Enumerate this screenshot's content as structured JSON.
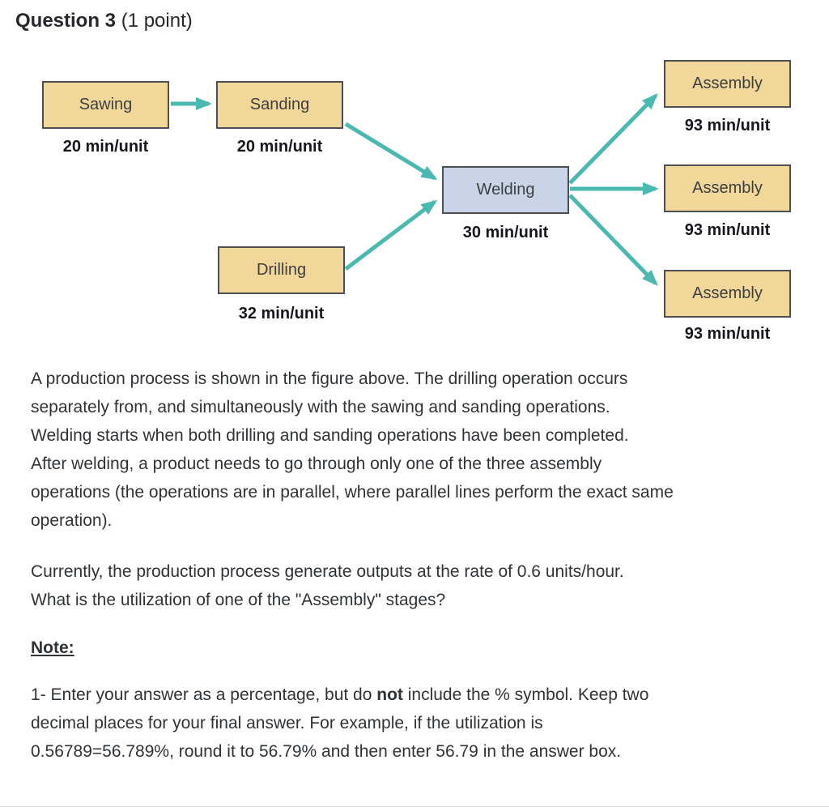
{
  "header": {
    "title": "Question 3",
    "points": "(1 point)"
  },
  "diagram": {
    "boxes": [
      {
        "id": "sawing",
        "label": "Sawing",
        "rate": "20 min/unit"
      },
      {
        "id": "sanding",
        "label": "Sanding",
        "rate": "20 min/unit"
      },
      {
        "id": "drilling",
        "label": "Drilling",
        "rate": "32 min/unit"
      },
      {
        "id": "welding",
        "label": "Welding",
        "rate": "30 min/unit"
      },
      {
        "id": "assembly-top",
        "label": "Assembly",
        "rate": "93 min/unit"
      },
      {
        "id": "assembly-middle",
        "label": "Assembly",
        "rate": "93 min/unit"
      },
      {
        "id": "assembly-bottom",
        "label": "Assembly",
        "rate": "93 min/unit"
      }
    ],
    "colors": {
      "process_fill": "#F2D79B",
      "welding_fill": "#C9D4E8",
      "box_border": "#4E4F52",
      "arrow": "#4CB9B1"
    }
  },
  "question": {
    "p1_lines": [
      "A production process is shown in the figure above. The drilling operation occurs",
      "separately from, and simultaneously with the sawing and sanding operations.",
      "Welding starts when both drilling and sanding operations have been completed.",
      "After welding, a product needs to go through only one of the three assembly",
      "operations (the operations are in parallel, where parallel lines perform the exact same",
      "operation)."
    ],
    "p2_lines": [
      "Currently, the production process generate outputs at the rate of 0.6 units/hour.",
      "What is the utilization of one of the \"Assembly\" stages?"
    ],
    "note_heading": "Note:",
    "note1": {
      "pre": "1- Enter your answer as a percentage, but do ",
      "bold": "not",
      "post": " include the % symbol. Keep two"
    },
    "note1_rest_lines": [
      "decimal places for your final answer. For example, if the utilization is",
      "0.56789=56.789%, round it to 56.79% and then enter 56.79 in the answer box."
    ]
  }
}
